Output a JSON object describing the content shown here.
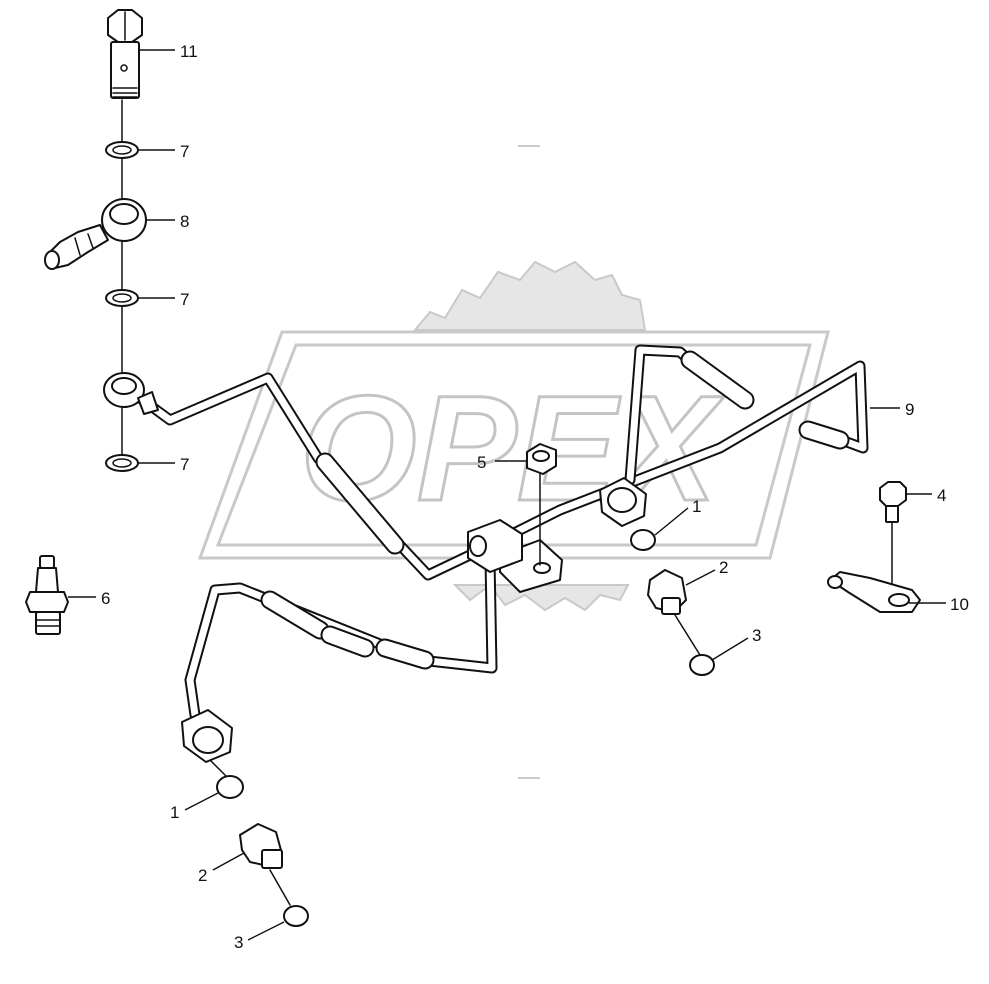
{
  "watermark": {
    "text": "OPEX"
  },
  "callouts": {
    "c11": "11",
    "c7a": "7",
    "c8": "8",
    "c7b": "7",
    "c7c": "7",
    "c5": "5",
    "c9": "9",
    "c4": "4",
    "c1a": "1",
    "c2a": "2",
    "c3a": "3",
    "c6": "6",
    "c10": "10",
    "c1b": "1",
    "c2b": "2",
    "c3b": "3"
  },
  "colors": {
    "line": "#111111",
    "watermark": "#c9c9c9",
    "background": "#ffffff"
  }
}
